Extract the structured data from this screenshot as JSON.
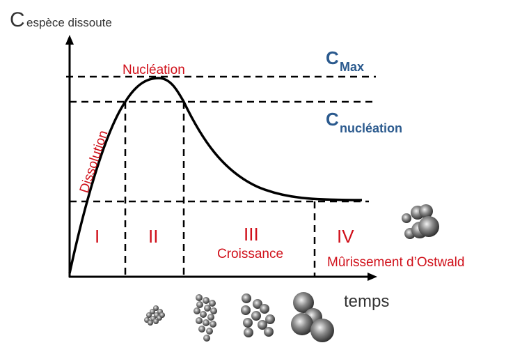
{
  "y_axis": {
    "symbol": "C",
    "subscript": "espèce dissoute"
  },
  "x_axis": {
    "label": "temps"
  },
  "levels": {
    "max": {
      "symbol": "C",
      "subscript": "Max"
    },
    "nucleation": {
      "symbol": "C",
      "subscript": "nucléation"
    }
  },
  "annotations": {
    "nucleation": "Nucléation",
    "dissolution": "Dissolution"
  },
  "stages": [
    {
      "numeral": "I",
      "name": ""
    },
    {
      "numeral": "II",
      "name": ""
    },
    {
      "numeral": "III",
      "name": "Croissance"
    },
    {
      "numeral": "IV",
      "name": "Mûrissement d’Ostwald"
    }
  ],
  "colors": {
    "label_red": "#d0101a",
    "level_blue": "#2b5a8e",
    "axis": "#000000"
  }
}
